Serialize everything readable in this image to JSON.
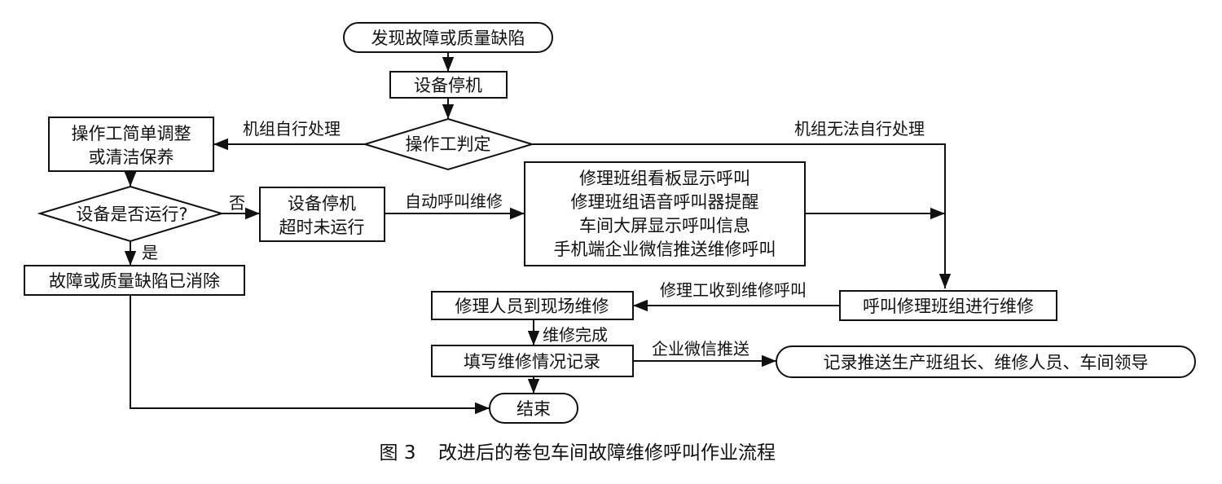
{
  "nodes": {
    "start": "发现故障或质量缺陷",
    "stop_machine": "设备停机",
    "operator_judge": "操作工判定",
    "simple_adjust": [
      "操作工简单调整",
      "或清洁保养"
    ],
    "device_running": "设备是否运行?",
    "timeout": [
      "设备停机",
      "超时未运行"
    ],
    "notify": [
      "修理班组看板显示呼叫",
      "修理班组语音呼叫器提醒",
      "车间大屏显示呼叫信息",
      "手机端企业微信推送维修呼叫"
    ],
    "resolved": "故障或质量缺陷已消除",
    "call_team": "呼叫修理班组进行维修",
    "onsite": "修理人员到现场维修",
    "fill_record": "填写维修情况记录",
    "push_record": "记录推送生产班组长、维修人员、车间领导",
    "end": "结束"
  },
  "edges": {
    "self_handle": "机组自行处理",
    "cannot_handle": "机组无法自行处理",
    "no": "否",
    "yes": "是",
    "auto_call": "自动呼叫维修",
    "received": "修理工收到维修呼叫",
    "done": "维修完成",
    "wechat": "企业微信推送"
  },
  "caption": {
    "fig": "图 3",
    "title": "改进后的卷包车间故障维修呼叫作业流程"
  }
}
